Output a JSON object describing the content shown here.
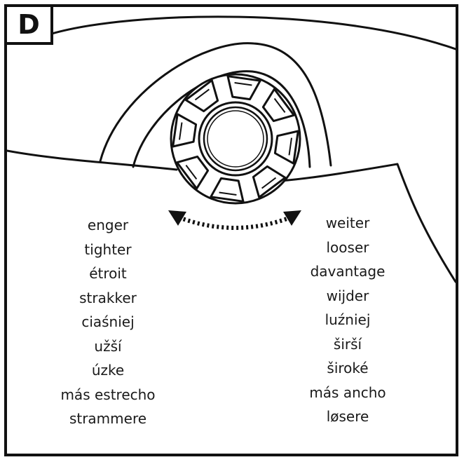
{
  "panel": {
    "label": "D",
    "tighter_labels": [
      "enger",
      "tighter",
      "étroit",
      "strakker",
      "ciaśniej",
      "užší",
      "úzke",
      "más estrecho",
      "strammere"
    ],
    "looser_labels": [
      "weiter",
      "looser",
      "davantage",
      "wijder",
      "luźniej",
      "širší",
      "široké",
      "más ancho",
      "løsere"
    ]
  },
  "colors": {
    "ink": "#111111",
    "background": "#ffffff"
  },
  "icons": {
    "dial": "adjustment-dial-icon",
    "arrow": "double-arrow-icon"
  }
}
